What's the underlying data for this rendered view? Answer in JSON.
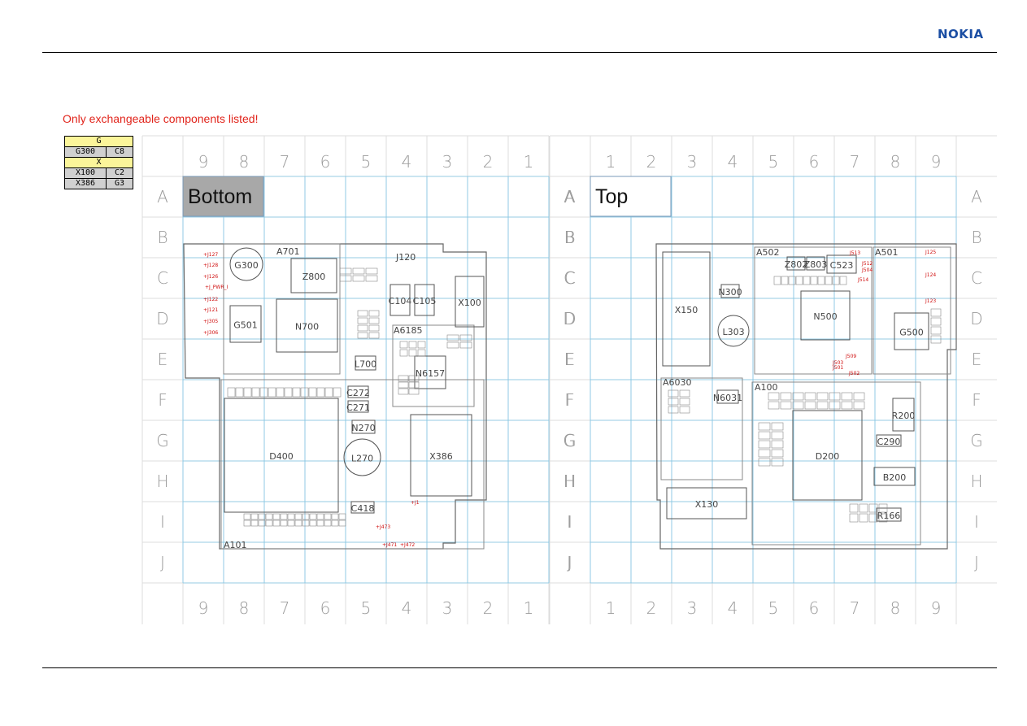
{
  "header": {
    "logo_text": "NOKIA",
    "brand_color": "#1b4ea3"
  },
  "note": "Only exchangeable components listed!",
  "legend": [
    {
      "group": "G",
      "items": [
        {
          "ref": "G300",
          "loc": "C8"
        }
      ]
    },
    {
      "group": "X",
      "items": [
        {
          "ref": "X100",
          "loc": "C2"
        },
        {
          "ref": "X386",
          "loc": "G3"
        }
      ]
    }
  ],
  "bottom_panel": {
    "label": "Bottom",
    "columns": [
      "9",
      "8",
      "7",
      "6",
      "5",
      "4",
      "3",
      "2",
      "1"
    ],
    "rows": [
      "A",
      "B",
      "C",
      "D",
      "E",
      "F",
      "G",
      "H",
      "I",
      "J"
    ],
    "components": [
      "G300",
      "A701",
      "Z800",
      "N700",
      "G501",
      "X100",
      "J120",
      "C104",
      "C105",
      "A6185",
      "N6157",
      "D400",
      "L270",
      "X386",
      "A101",
      "L700",
      "C418",
      "N270",
      "C272",
      "C271"
    ],
    "test_points": [
      "J127",
      "J128",
      "J126",
      "J_PWR_I",
      "J122",
      "J121",
      "J305",
      "J306",
      "J1",
      "J473",
      "J471",
      "J472"
    ]
  },
  "top_panel": {
    "label": "Top",
    "columns": [
      "1",
      "2",
      "3",
      "4",
      "5",
      "6",
      "7",
      "8",
      "9"
    ],
    "rows": [
      "A",
      "B",
      "C",
      "D",
      "E",
      "F",
      "G",
      "H",
      "I",
      "J"
    ],
    "components": [
      "X150",
      "X130",
      "A502",
      "A501",
      "Z802",
      "Z803",
      "C523",
      "N500",
      "G500",
      "N300",
      "L303",
      "A6030",
      "N6031",
      "A100",
      "D200",
      "R200",
      "B200",
      "C290",
      "R166"
    ],
    "test_points": [
      "J513",
      "J512",
      "J504",
      "J514",
      "J125",
      "J124",
      "J123",
      "J509",
      "J503",
      "J501",
      "J502"
    ]
  }
}
